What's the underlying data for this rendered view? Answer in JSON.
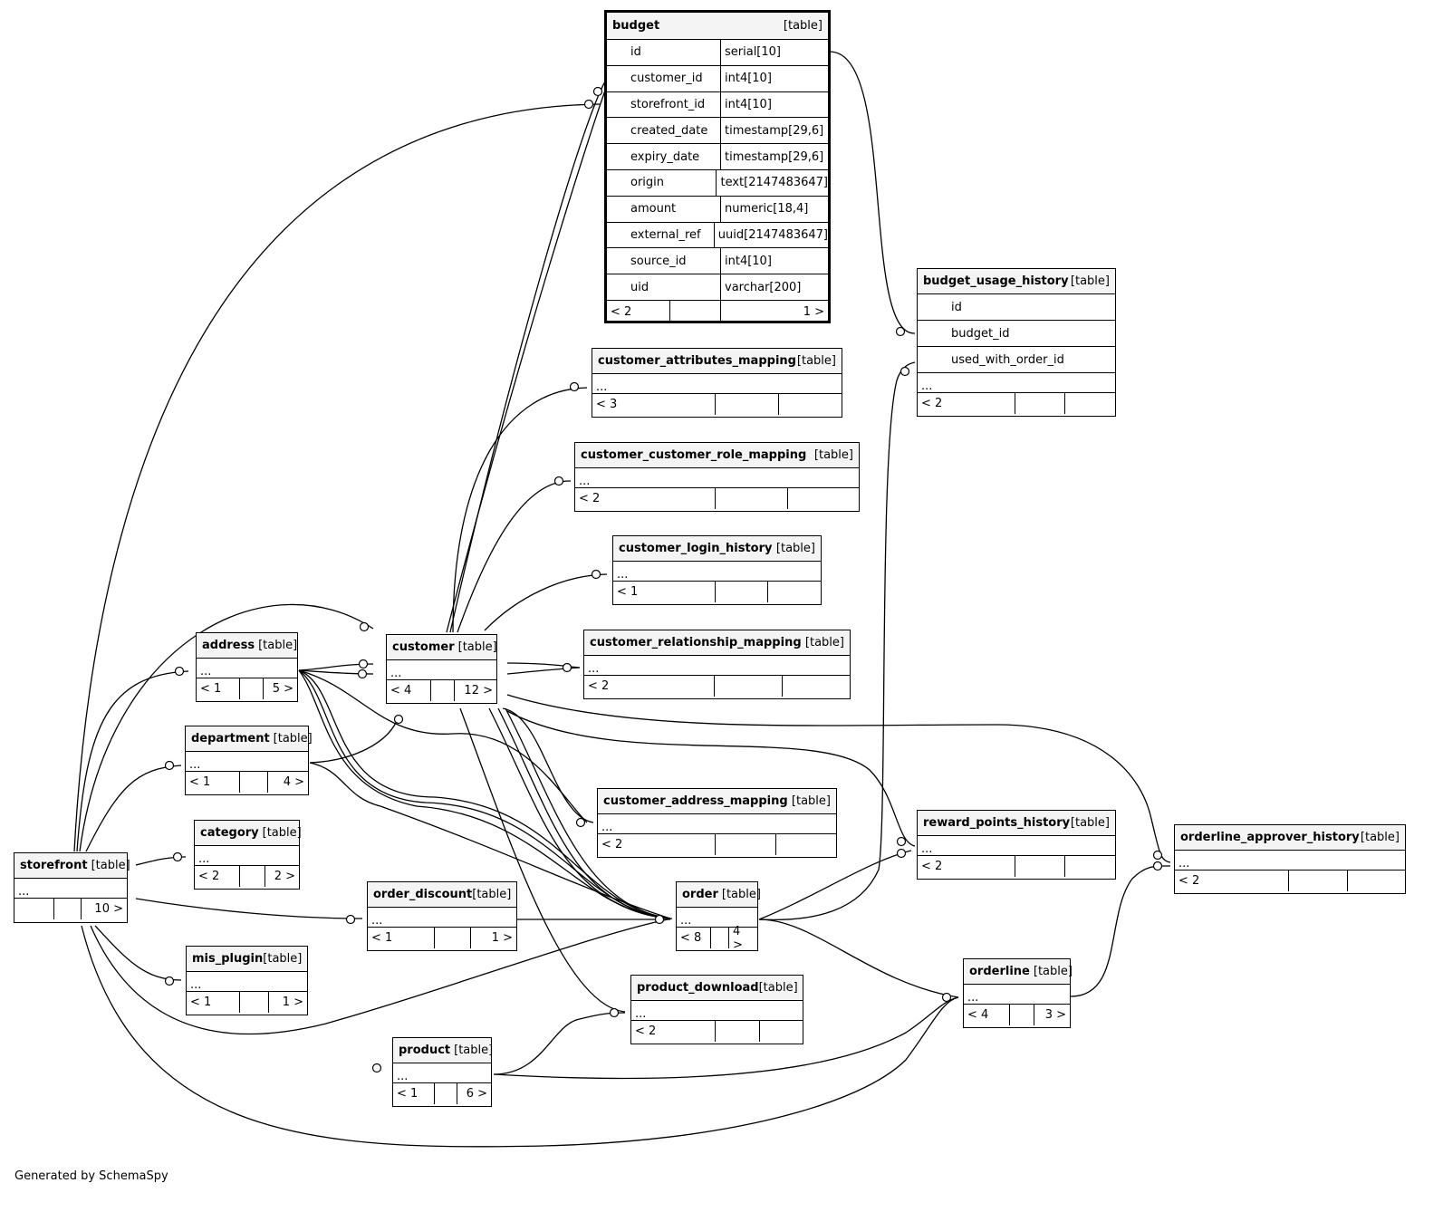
{
  "footer_text": "Generated by SchemaSpy",
  "colors": {
    "primary_key": "#e8e000",
    "foreign_key": "#b4b4b4",
    "header_bg": "#f4f4f4",
    "line": "#000000"
  },
  "tables": {
    "budget": {
      "name": "budget",
      "type": "[table]",
      "columns": [
        {
          "name": "id",
          "type": "serial[10]",
          "key": "primary"
        },
        {
          "name": "customer_id",
          "type": "int4[10]",
          "key": "foreign"
        },
        {
          "name": "storefront_id",
          "type": "int4[10]",
          "key": "foreign"
        },
        {
          "name": "created_date",
          "type": "timestamp[29,6]",
          "key": ""
        },
        {
          "name": "expiry_date",
          "type": "timestamp[29,6]",
          "key": ""
        },
        {
          "name": "origin",
          "type": "text[2147483647]",
          "key": ""
        },
        {
          "name": "amount",
          "type": "numeric[18,4]",
          "key": ""
        },
        {
          "name": "external_ref",
          "type": "uuid[2147483647]",
          "key": ""
        },
        {
          "name": "source_id",
          "type": "int4[10]",
          "key": ""
        },
        {
          "name": "uid",
          "type": "varchar[200]",
          "key": ""
        }
      ],
      "footer": [
        "< 2",
        "",
        "1 >"
      ]
    },
    "budget_usage_history": {
      "name": "budget_usage_history",
      "type": "[table]",
      "columns": [
        {
          "name": "id",
          "key": "primary"
        },
        {
          "name": "budget_id",
          "key": "foreign"
        },
        {
          "name": "used_with_order_id",
          "key": "foreign"
        }
      ],
      "dots": "...",
      "footer": [
        "< 2",
        "",
        ""
      ]
    },
    "customer_attributes_mapping": {
      "name": "customer_attributes_mapping",
      "type": "[table]",
      "dots": "...",
      "footer": [
        "< 3",
        "",
        ""
      ]
    },
    "customer_customer_role_mapping": {
      "name": "customer_customer_role_mapping",
      "type": "[table]",
      "dots": "...",
      "footer": [
        "< 2",
        "",
        ""
      ]
    },
    "customer_login_history": {
      "name": "customer_login_history",
      "type": "[table]",
      "dots": "...",
      "footer": [
        "< 1",
        "",
        ""
      ]
    },
    "customer_relationship_mapping": {
      "name": "customer_relationship_mapping",
      "type": "[table]",
      "dots": "...",
      "footer": [
        "< 2",
        "",
        ""
      ]
    },
    "customer": {
      "name": "customer",
      "type": "[table]",
      "dots": "...",
      "footer": [
        "< 4",
        "",
        "12 >"
      ]
    },
    "address": {
      "name": "address",
      "type": "[table]",
      "dots": "...",
      "footer": [
        "< 1",
        "",
        "5 >"
      ]
    },
    "department": {
      "name": "department",
      "type": "[table]",
      "dots": "...",
      "footer": [
        "< 1",
        "",
        "4 >"
      ]
    },
    "category": {
      "name": "category",
      "type": "[table]",
      "dots": "...",
      "footer": [
        "< 2",
        "",
        "2 >"
      ]
    },
    "storefront": {
      "name": "storefront",
      "type": "[table]",
      "dots": "...",
      "footer": [
        "",
        "",
        "10 >"
      ]
    },
    "order_discount": {
      "name": "order_discount",
      "type": "[table]",
      "dots": "...",
      "footer": [
        "< 1",
        "",
        "1 >"
      ]
    },
    "mis_plugin": {
      "name": "mis_plugin",
      "type": "[table]",
      "dots": "...",
      "footer": [
        "< 1",
        "",
        "1 >"
      ]
    },
    "customer_address_mapping": {
      "name": "customer_address_mapping",
      "type": "[table]",
      "dots": "...",
      "footer": [
        "< 2",
        "",
        ""
      ]
    },
    "order": {
      "name": "order",
      "type": "[table]",
      "dots": "...",
      "footer": [
        "< 8",
        "",
        "4 >"
      ]
    },
    "reward_points_history": {
      "name": "reward_points_history",
      "type": "[table]",
      "dots": "...",
      "footer": [
        "< 2",
        "",
        ""
      ]
    },
    "orderline_approver_history": {
      "name": "orderline_approver_history",
      "type": "[table]",
      "dots": "...",
      "footer": [
        "< 2",
        "",
        ""
      ]
    },
    "product_download": {
      "name": "product_download",
      "type": "[table]",
      "dots": "...",
      "footer": [
        "< 2",
        "",
        ""
      ]
    },
    "product": {
      "name": "product",
      "type": "[table]",
      "dots": "...",
      "footer": [
        "< 1",
        "",
        "6 >"
      ]
    },
    "orderline": {
      "name": "orderline",
      "type": "[table]",
      "dots": "...",
      "footer": [
        "< 4",
        "",
        "3 >"
      ]
    }
  }
}
